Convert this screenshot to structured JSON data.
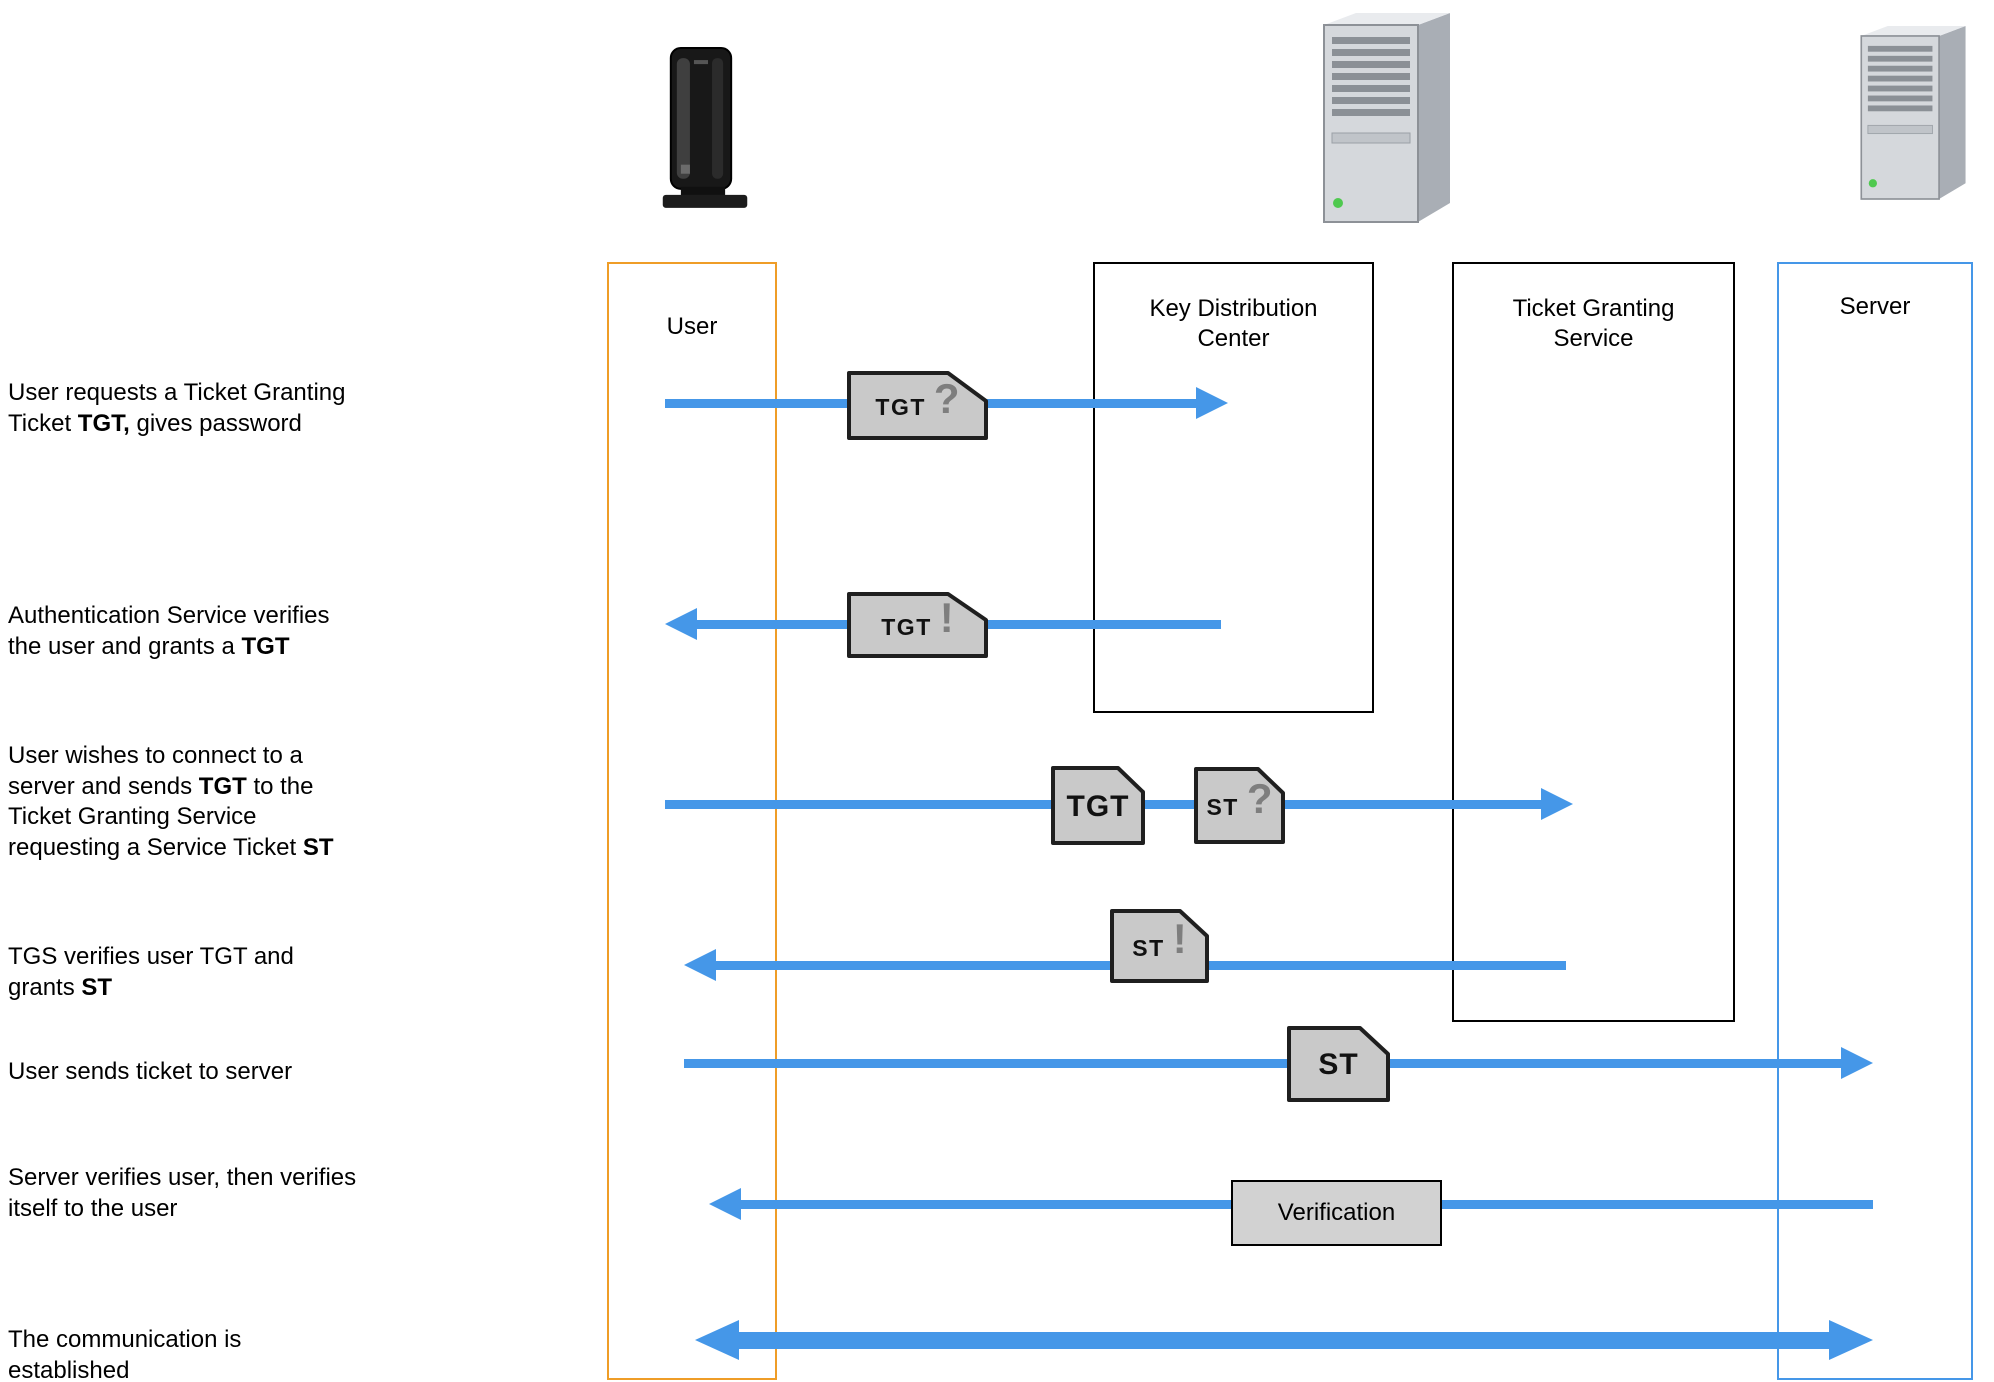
{
  "colors": {
    "arrow_blue": "#4597e8",
    "user_lane_border": "#ef9d27",
    "server_lane_border": "#4597e8",
    "ticket_fill": "#c9c9c9",
    "ticket_border": "#1f1f1f",
    "mark_gray": "#7e7e7e",
    "verification_fill": "#d2d2d2"
  },
  "icons": {
    "client": "desktop-computer-icon",
    "kdc": "server-tower-icon",
    "server": "server-tower-icon"
  },
  "lanes": {
    "user": {
      "label": "User"
    },
    "kdc": {
      "label": "Key Distribution Center"
    },
    "tgs": {
      "label": "Ticket Granting Service"
    },
    "server": {
      "label": "Server"
    }
  },
  "badges": {
    "tgt_q": {
      "label": "TGT",
      "mark": "?"
    },
    "tgt_e": {
      "label": "TGT",
      "mark": "!"
    },
    "tgt": {
      "label": "TGT"
    },
    "st_q": {
      "label": "ST",
      "mark": "?"
    },
    "st_e": {
      "label": "ST",
      "mark": "!"
    },
    "st": {
      "label": "ST"
    },
    "verification": {
      "label": "Verification"
    }
  },
  "steps": [
    {
      "from": "user",
      "to": "kdc",
      "runs": [
        {
          "t": "User requests a Ticket Granting Ticket "
        },
        {
          "t": "TGT,",
          "b": true
        },
        {
          "t": " gives password"
        }
      ]
    },
    {
      "from": "kdc",
      "to": "user",
      "runs": [
        {
          "t": "Authentication Service verifies the user and grants a "
        },
        {
          "t": "TGT",
          "b": true
        }
      ]
    },
    {
      "from": "user",
      "to": "tgs",
      "runs": [
        {
          "t": "User wishes to connect to a server and sends "
        },
        {
          "t": "TGT",
          "b": true
        },
        {
          "t": " to the Ticket Granting Service requesting a Service Ticket "
        },
        {
          "t": "ST",
          "b": true
        }
      ]
    },
    {
      "from": "tgs",
      "to": "user",
      "runs": [
        {
          "t": "TGS verifies user TGT and grants "
        },
        {
          "t": "ST",
          "b": true
        }
      ]
    },
    {
      "from": "user",
      "to": "server",
      "runs": [
        {
          "t": "User sends ticket to server"
        }
      ]
    },
    {
      "from": "server",
      "to": "user",
      "runs": [
        {
          "t": "Server verifies user, then verifies itself to the user"
        }
      ]
    },
    {
      "from": "user",
      "to": "server",
      "bidirectional": true,
      "runs": [
        {
          "t": "The communication is established"
        }
      ]
    }
  ]
}
